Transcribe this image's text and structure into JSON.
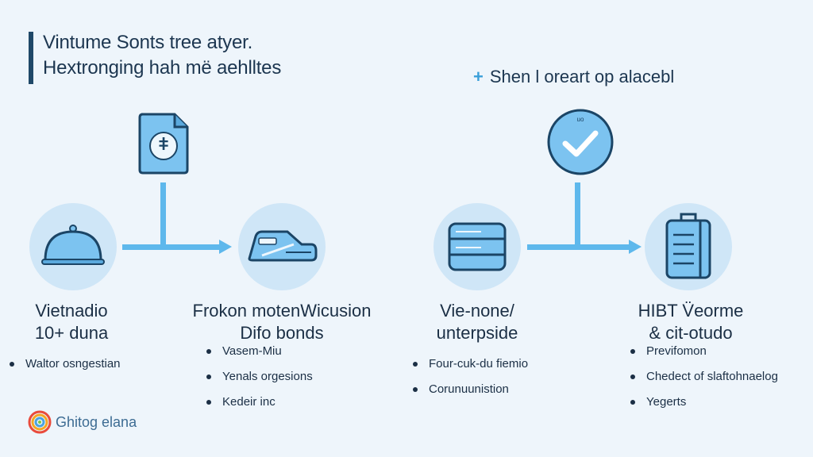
{
  "header": {
    "title_line1": "Vintume Sonts tree atyer.",
    "title_line2": "Hextronging hah më aehlltes",
    "right_subtitle": "Shen l oreart op alacebl",
    "right_subtitle_icon": "plus-icon"
  },
  "colors": {
    "background": "#eef5fb",
    "accent": "#5eb8ec",
    "icon_fill": "#7cc3f0",
    "circle_fill": "#cfe6f7",
    "text": "#1b2f45"
  },
  "nodes": [
    {
      "icon": "cloche-icon",
      "title_lines": [
        "Vietnadio",
        "10+ duna"
      ],
      "bullets": [
        "Waltor osngestian"
      ]
    },
    {
      "icon": "bond-card-icon",
      "title_lines": [
        "Frokon motenWicusion",
        "Difo bonds"
      ],
      "bullets": [
        "Vasem-Miu",
        "Yenals orgesions",
        "Kedeir inc"
      ]
    },
    {
      "icon": "server-stack-icon",
      "title_lines": [
        "Vie-none/",
        "unterpside"
      ],
      "bullets": [
        "Four-cuk-du fiemio",
        "Corunuunistion"
      ]
    },
    {
      "icon": "luggage-icon",
      "title_lines": [
        "HIBT V̈eorme",
        "& cit-otudo"
      ],
      "bullets": [
        "Previfomon",
        "Chedect of slaftohnaelog",
        "Yegerts"
      ]
    }
  ],
  "floating_icons": [
    {
      "icon": "document-icon",
      "glyph": "ǂ"
    },
    {
      "icon": "check-circle-icon",
      "label": "uo"
    }
  ],
  "logo": {
    "icon": "rainbow-logo-icon",
    "text": "Ghitog elana"
  }
}
